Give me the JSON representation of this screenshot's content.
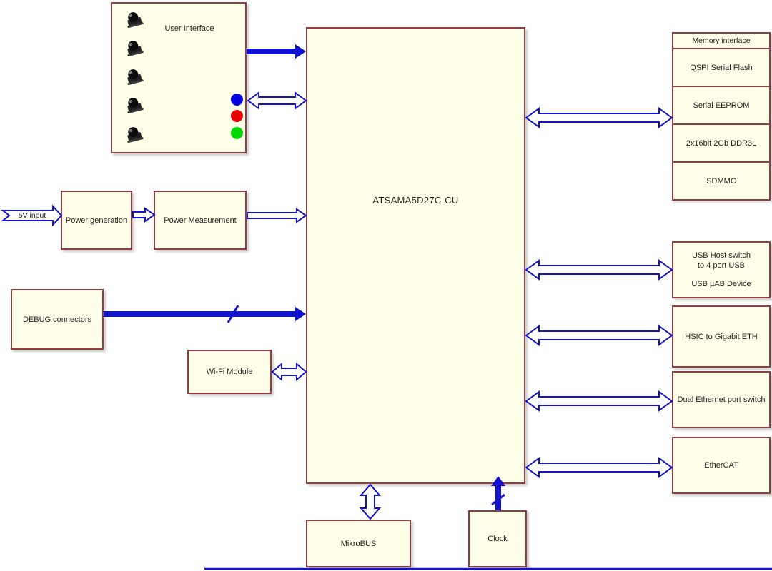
{
  "colors": {
    "box_bg": "#FFFFE9",
    "box_border": "#8F3F3F",
    "arrow": "#1313CF",
    "text": "#1F1F1F",
    "led_blue": "#0202E0",
    "led_red": "#E80202",
    "led_green": "#02D602"
  },
  "central": {
    "label": "ATSAMA5D27C-CU"
  },
  "user_interface": {
    "label": "User Interface",
    "buttons_count": 5,
    "leds": [
      "blue",
      "red",
      "green"
    ]
  },
  "power": {
    "input": "5V input",
    "generation": "Power generation",
    "measurement": "Power Measurement"
  },
  "debug": {
    "label": "DEBUG connectors"
  },
  "wifi": {
    "label": "Wi-Fi Module"
  },
  "memory": {
    "header": "Memory interface",
    "cells": [
      "QSPI Serial Flash",
      "Serial EEPROM",
      "2x16bit 2Gb DDR3L",
      "SDMMC"
    ]
  },
  "usb": {
    "line1": "USB Host switch",
    "line2": "to 4 port USB",
    "line3": "USB µAB Device"
  },
  "hsic": {
    "label": "HSIC to Gigabit ETH"
  },
  "dual_ethernet": {
    "label": "Dual Ethernet port switch"
  },
  "ethercat": {
    "label": "EtherCAT"
  },
  "mikrobus": {
    "label": "MikroBUS"
  },
  "clock": {
    "label": "Clock"
  }
}
